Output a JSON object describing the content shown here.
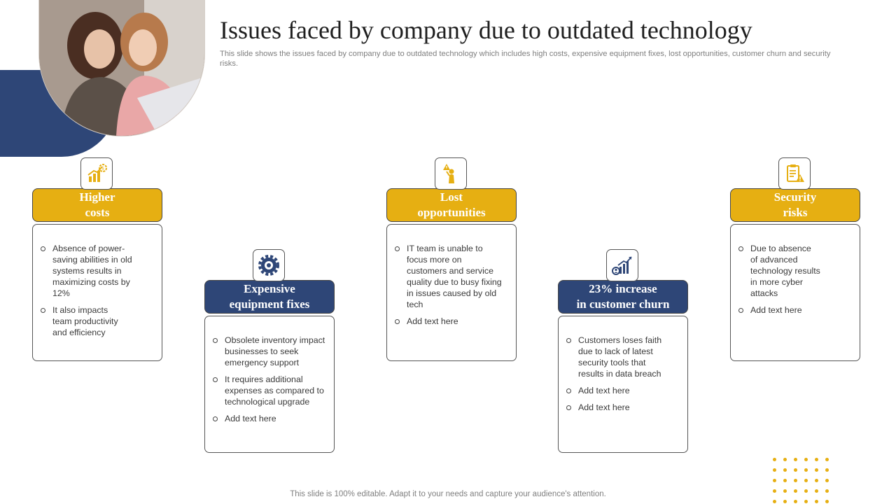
{
  "slide": {
    "title": "Issues faced by company due to outdated technology",
    "subtitle": "This slide shows the issues faced by company due to outdated technology which includes high costs, expensive equipment fixes, lost opportunities, customer churn and security risks.",
    "footer": "This slide is 100% editable. Adapt it to your needs and capture your audience's attention."
  },
  "colors": {
    "accent_yellow": "#E6AF12",
    "accent_navy": "#2E4677"
  },
  "issues": [
    {
      "heading_line1": "Higher",
      "heading_line2": "costs",
      "icon": "cost-chart-gear-icon",
      "bullets": [
        "Absence of power-saving abilities in old systems results in maximizing costs by 12%",
        "It also impacts team productivity and efficiency"
      ]
    },
    {
      "heading_line1": "Expensive",
      "heading_line2": "equipment fixes",
      "icon": "gear-settings-icon",
      "bullets": [
        "Obsolete inventory impact businesses to seek emergency support",
        "It requires additional expenses as compared to technological upgrade",
        "Add text here"
      ]
    },
    {
      "heading_line1": "Lost",
      "heading_line2": "opportunities",
      "icon": "person-warning-icon",
      "bullets": [
        "IT team is unable to focus more on customers and service quality due to busy fixing in issues caused by old tech",
        "Add text here"
      ]
    },
    {
      "heading_line1": "23% increase",
      "heading_line2": "in customer churn",
      "icon": "growth-chart-icon",
      "bullets": [
        "Customers loses faith due to lack of latest security tools that results in data breach",
        "Add text here",
        "Add text here"
      ]
    },
    {
      "heading_line1": "Security",
      "heading_line2": "risks",
      "icon": "clipboard-warning-icon",
      "bullets": [
        "Due to absence of advanced technology results in more cyber attacks",
        "Add text here"
      ]
    }
  ]
}
